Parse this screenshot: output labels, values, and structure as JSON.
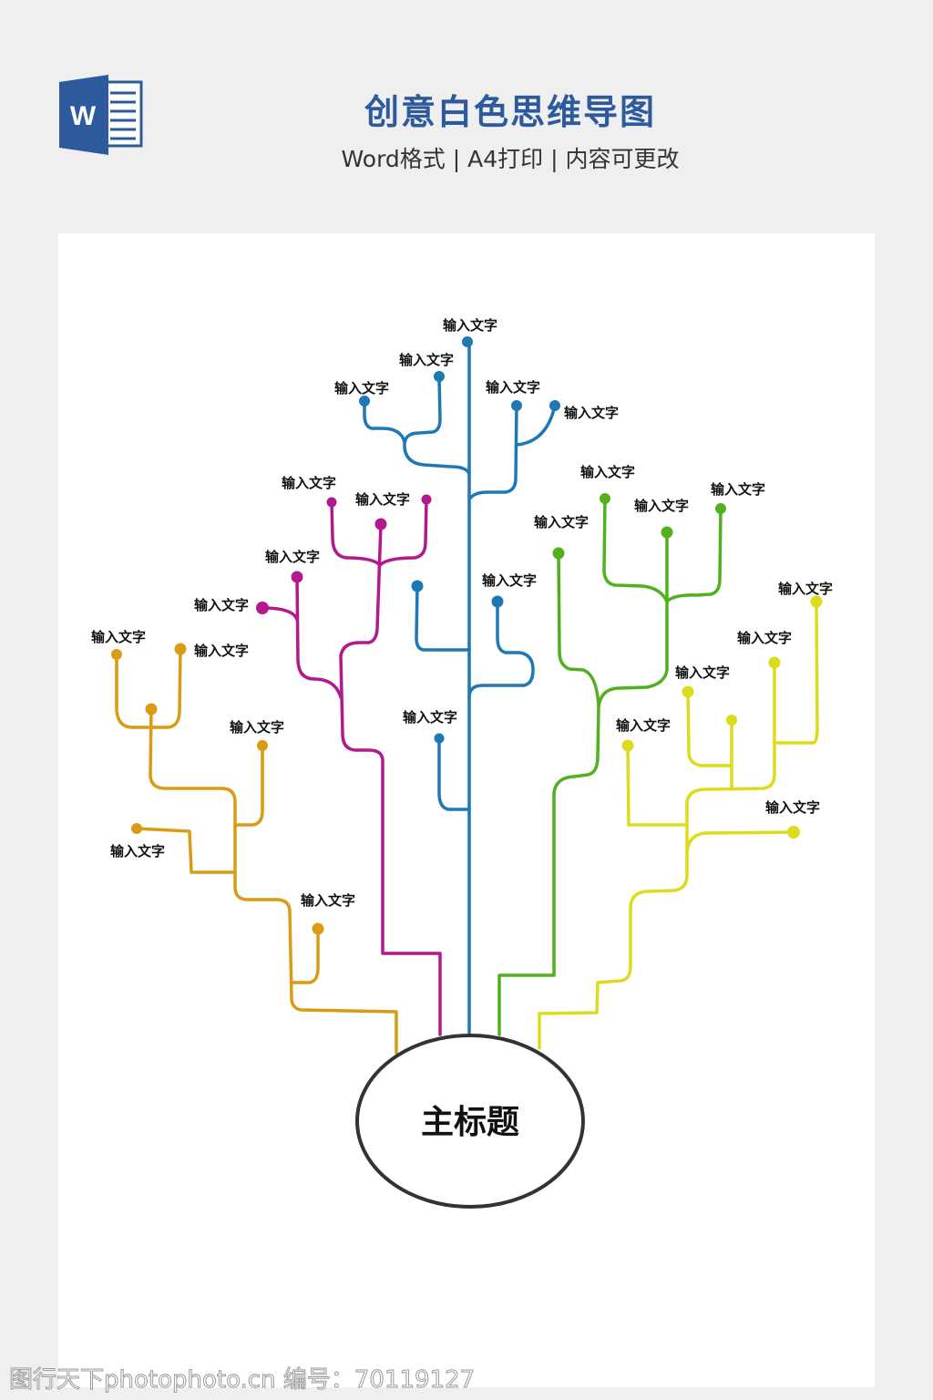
{
  "header": {
    "title": "创意白色思维导图",
    "subtitle": "Word格式 | A4打印 | 内容可更改",
    "logo_letter": "W"
  },
  "mindmap": {
    "center_title": "主标题",
    "colors": {
      "blue": "#1d78b5",
      "purple": "#b3198f",
      "orange": "#d99c14",
      "green": "#52b01e",
      "yellow": "#dbdc1c",
      "outline": "#333333"
    },
    "blue_labels": [
      "输入文字",
      "输入文字",
      "输入文字",
      "输入文字",
      "输入文字",
      "输入文字",
      "输入文字"
    ],
    "purple_labels": [
      "输入文字",
      "输入文字",
      "输入文字",
      "输入文字"
    ],
    "orange_labels": [
      "输入文字",
      "输入文字",
      "输入文字",
      "输入文字",
      "输入文字"
    ],
    "green_labels": [
      "输入文字",
      "输入文字",
      "输入文字",
      "输入文字"
    ],
    "yellow_labels": [
      "输入文字",
      "输入文字",
      "输入文字",
      "输入文字",
      "输入文字"
    ]
  },
  "watermark": "图行天下photophoto.cn 编号：70119127"
}
